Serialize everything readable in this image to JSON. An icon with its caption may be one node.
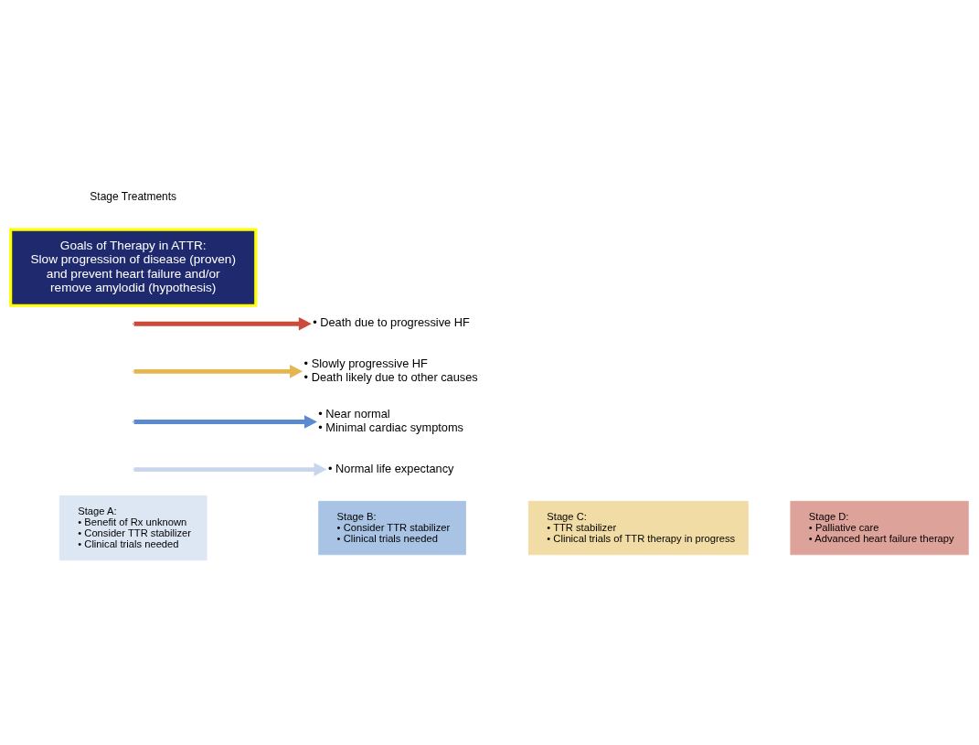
{
  "diagram": {
    "nodes": [
      {
        "text": [
          "Stage A:",
          "• Benefit of Rx unknown",
          "• Consider TTR stabilizer",
          "• Clinical trials needed"
        ]
      },
      {
        "text": [
          "Stage B:",
          "• Consider TTR stabilizer",
          "• Clinical trials needed"
        ]
      },
      {
        "text": [
          "Stage C:",
          "• TTR stabilizer",
          "• Clinical trials of TTR therapy in progress"
        ]
      },
      {
        "text": [
          "Stage D:",
          "• Palliative care",
          "• Advanced heart failure therapy"
        ]
      },
      {
        "text": [
          "• Normal life expectancy"
        ]
      },
      {
        "text": [
          "• Near normal",
          "• Minimal cardiac symptoms"
        ]
      },
      {
        "text": [
          "• Slowly progressive HF",
          "• Death likely due to other causes"
        ]
      },
      {
        "text": [
          "• Death due to progressive HF"
        ]
      },
      {
        "text": [
          "Goals of Therapy in ATTR:",
          "Slow progression of disease (proven) and prevent heart failure and/or remove amylodid (hypothesis)"
        ]
      }
    ],
    "edges": [
      {
        "from": null,
        "to": 4,
        "arrow": "to",
        "color": "#c7d6ec"
      },
      {
        "from": null,
        "to": 5,
        "arrow": "to",
        "color": "#5a8ad0"
      },
      {
        "from": null,
        "to": 6,
        "arrow": "to",
        "color": "#e5b54e"
      },
      {
        "from": null,
        "to": 7,
        "arrow": "to",
        "color": "#cc4a3a"
      }
    ],
    "labels": [
      "Stage Treatments"
    ]
  }
}
